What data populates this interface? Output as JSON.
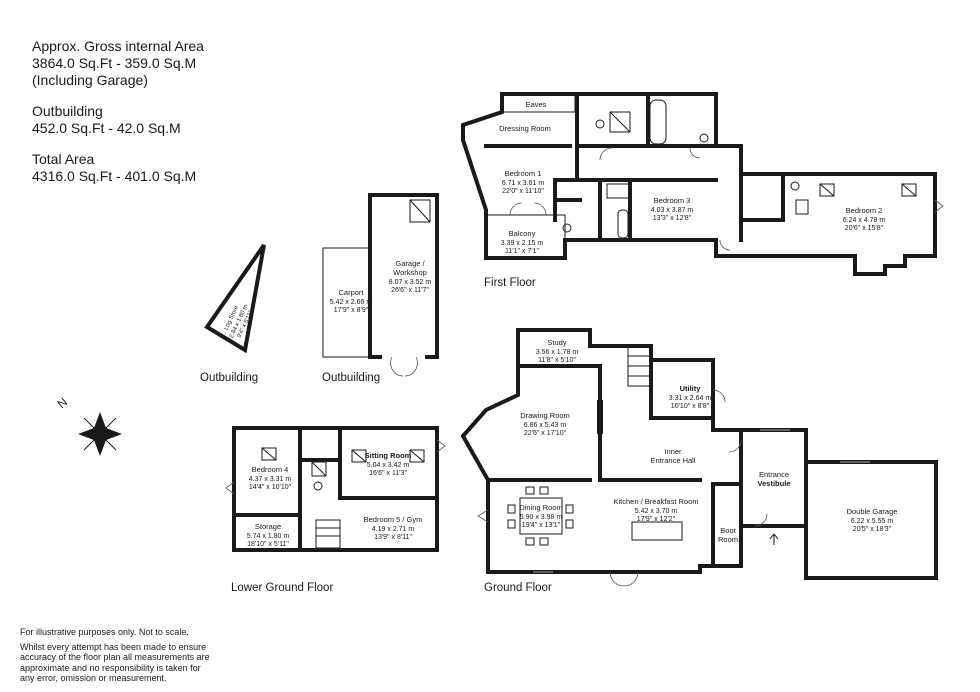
{
  "area_summary": {
    "gross_title": "Approx. Gross internal Area",
    "gross_value": "3864.0 Sq.Ft - 359.0 Sq.M",
    "gross_note": "(Including Garage)",
    "outbuilding_title": "Outbuilding",
    "outbuilding_value": "452.0 Sq.Ft - 42.0 Sq.M",
    "total_title": "Total Area",
    "total_value": "4316.0 Sq.Ft - 401.0 Sq.M"
  },
  "floor_labels": {
    "first_floor": "First Floor",
    "ground_floor": "Ground Floor",
    "lower_ground_floor": "Lower Ground Floor",
    "outbuilding_a": "Outbuilding",
    "outbuilding_b": "Outbuilding"
  },
  "compass": {
    "label": "N"
  },
  "rooms": {
    "eaves": {
      "name": "Eaves"
    },
    "dressing_room": {
      "name": "Dressing Room"
    },
    "bedroom_1": {
      "name": "Bedroom 1",
      "metric": "6.71 x 3.61 m",
      "imperial": "22'0\" x 11'10\""
    },
    "bedroom_3": {
      "name": "Bedroom 3",
      "metric": "4.03 x 3.87 m",
      "imperial": "13'3\" x 12'8\""
    },
    "balcony": {
      "name": "Balcony",
      "metric": "3.39 x 2.15 m",
      "imperial": "11'1\" x 7'1\""
    },
    "bedroom_2": {
      "name": "Bedroom 2",
      "metric": "6.24 x 4.78 m",
      "imperial": "20'6\" x 15'8\""
    },
    "garage_workshop": {
      "name1": "Garage /",
      "name2": "Workshop",
      "metric": "8.07 x 3.52 m",
      "imperial": "26'6\" x 11'7\""
    },
    "carport": {
      "name": "Carport",
      "metric": "5.42 x 2.66 m",
      "imperial": "17'9\" x 8'9\""
    },
    "log_store": {
      "name": "Log Store",
      "metric": "2.84 x 1.80 m",
      "imperial": "9'4\" x 5'11\""
    },
    "study": {
      "name": "Study",
      "metric": "3.56 x 1.78 m",
      "imperial": "11'8\" x 5'10\""
    },
    "utility": {
      "name": "Utility",
      "metric": "3.31 x 2.64 m",
      "imperial": "10'10\" x 8'8\""
    },
    "drawing_room": {
      "name": "Drawing Room",
      "metric": "6.86 x 5.43 m",
      "imperial": "22'6\" x 17'10\""
    },
    "inner_hall": {
      "name1": "Inner",
      "name2": "Entrance Hall"
    },
    "entrance_vestibule": {
      "name1": "Entrance",
      "name2": "Vestibule"
    },
    "dining_room": {
      "name": "Dining Room",
      "metric": "5.90 x 3.98 m",
      "imperial": "19'4\" x 13'1\""
    },
    "kitchen": {
      "name": "Kitchen / Breakfast Room",
      "metric": "5.42 x 3.70 m",
      "imperial": "17'9\" x 12'2\""
    },
    "boot_room": {
      "name1": "Boot",
      "name2": "Room"
    },
    "double_garage": {
      "name": "Double Garage",
      "metric": "6.22 x 5.55 m",
      "imperial": "20'5\" x 18'3\""
    },
    "bedroom_4": {
      "name": "Bedroom 4",
      "metric": "4.37 x 3.31 m",
      "imperial": "14'4\" x 10'10\""
    },
    "sitting_room": {
      "name": "Sitting Room",
      "metric": "5.04 x 3.42 m",
      "imperial": "16'6\" x 11'3\""
    },
    "storage": {
      "name": "Storage",
      "metric": "5.74 x 1.80 m",
      "imperial": "18'10\" x 5'11\""
    },
    "bedroom_5": {
      "name": "Bedroom 5 / Gym",
      "metric": "4.19 x 2.71 m",
      "imperial": "13'9\" x 8'11\""
    }
  },
  "disclaimer": {
    "line1": "For illustrative purposes only. Not to scale.",
    "line2": "Whilst every attempt has been made to ensure",
    "line3": "accuracy of the floor plan all measurements are",
    "line4": "approximate and no responsibility is taken for",
    "line5": "any error, omission or measurement."
  }
}
